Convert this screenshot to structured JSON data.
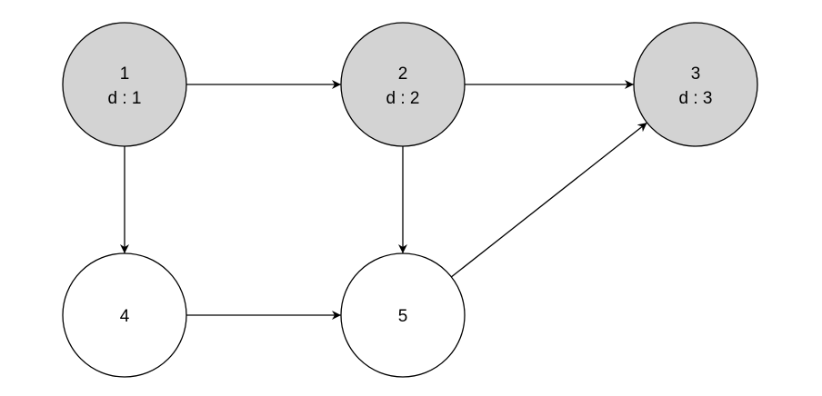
{
  "colors": {
    "visited_fill": "#d3d3d3",
    "unvisited_fill": "#ffffff",
    "stroke": "#000000"
  },
  "nodes": [
    {
      "id": "1",
      "label": "1",
      "sublabel": "d : 1",
      "visited": true
    },
    {
      "id": "2",
      "label": "2",
      "sublabel": "d : 2",
      "visited": true
    },
    {
      "id": "3",
      "label": "3",
      "sublabel": "d : 3",
      "visited": true
    },
    {
      "id": "4",
      "label": "4",
      "sublabel": "",
      "visited": false
    },
    {
      "id": "5",
      "label": "5",
      "sublabel": "",
      "visited": false
    }
  ],
  "edges": [
    {
      "from": "1",
      "to": "2"
    },
    {
      "from": "2",
      "to": "3"
    },
    {
      "from": "1",
      "to": "4"
    },
    {
      "from": "2",
      "to": "5"
    },
    {
      "from": "4",
      "to": "5"
    },
    {
      "from": "5",
      "to": "3"
    }
  ]
}
